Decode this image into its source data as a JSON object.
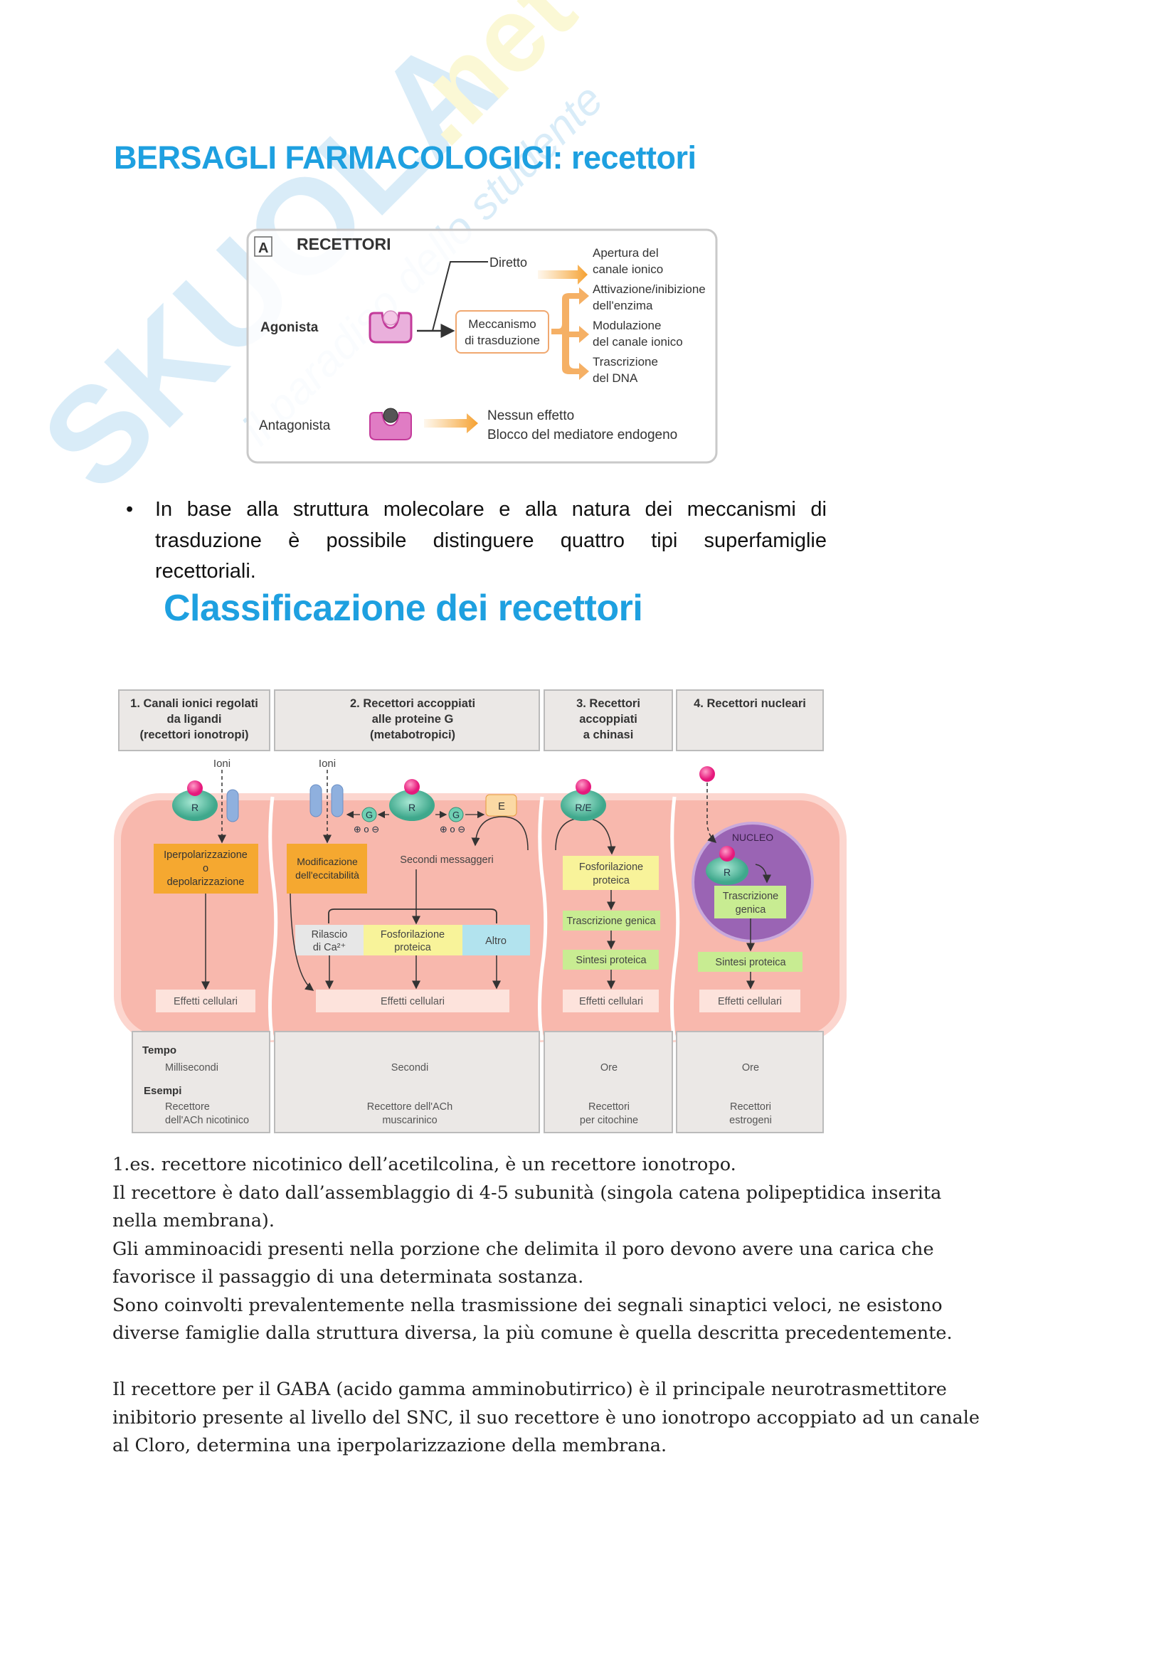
{
  "watermark": {
    "brand": "SKUOLA",
    "tld": ".net",
    "tagline": "il paradiso dello studente"
  },
  "title": "BERSAGLI FARMACOLOGICI: recettori",
  "figure_a": {
    "panel_letter": "A",
    "heading": "RECETTORI",
    "agonista": "Agonista",
    "antagonista": "Antagonista",
    "diretto": "Diretto",
    "meccanismo": [
      "Meccanismo",
      "di trasduzione"
    ],
    "outcomes": [
      [
        "Apertura del",
        "canale ionico"
      ],
      [
        "Attivazione/inibizione",
        "dell'enzima"
      ],
      [
        "Modulazione",
        "del canale ionico"
      ],
      [
        "Trascrizione",
        "del DNA"
      ]
    ],
    "antagonist_outcome": [
      "Nessun effetto",
      "Blocco del mediatore endogeno"
    ]
  },
  "bullet": {
    "lines": [
      "In base alla struttura molecolare e alla natura dei meccanismi di",
      "trasduzione è possibile distinguere quattro tipi superfamiglie",
      "recettoriali."
    ]
  },
  "section_title": "Classificazione dei recettori",
  "classification": {
    "headers": [
      [
        "1. Canali ionici regolati",
        "da ligandi",
        "(recettori ionotropi)"
      ],
      [
        "2. Recettori accoppiati",
        "alle proteine G",
        "(metabotropici)"
      ],
      [
        "3. Recettori",
        "accoppiati",
        "a chinasi"
      ],
      [
        "4. Recettori nucleari"
      ]
    ],
    "ioni": "Ioni",
    "r": "R",
    "g": "G",
    "e": "E",
    "re": "R/E",
    "plus_minus": "⊕ o ⊖",
    "nucleo": "NUCLEO",
    "col1_box": [
      "Iperpolarizzazione",
      "o",
      "depolarizzazione"
    ],
    "col2_box": [
      "Modificazione",
      "dell'eccitabilità"
    ],
    "secondi_messaggeri": "Secondi messaggeri",
    "rilascio": [
      "Rilascio",
      "di Ca²⁺"
    ],
    "fosforilazione": [
      "Fosforilazione",
      "proteica"
    ],
    "altro": "Altro",
    "trascrizione_genica": "Trascrizione genica",
    "trascrizione_genica_2": [
      "Trascrizione",
      "genica"
    ],
    "sintesi_proteica": "Sintesi proteica",
    "effetti": "Effetti cellulari",
    "tempo_label": "Tempo",
    "esempi_label": "Esempi",
    "tempo": [
      "Millisecondi",
      "Secondi",
      "Ore",
      "Ore"
    ],
    "esempi": [
      [
        "Recettore",
        "dell'ACh nicotinico"
      ],
      [
        "Recettore dell'ACh",
        "muscarinico"
      ],
      [
        "Recettori",
        "per citochine"
      ],
      [
        "Recettori",
        "estrogeni"
      ]
    ]
  },
  "body": {
    "p1": [
      "1.es. recettore nicotinico dell’acetilcolina, è un recettore ionotropo.",
      "Il recettore è dato dall’assemblaggio di 4-5 subunità (singola catena polipeptidica inserita",
      "nella membrana).",
      "Gli amminoacidi presenti nella porzione che delimita il poro devono avere una carica che",
      "favorisce il passaggio di una determinata sostanza.",
      "Sono coinvolti prevalentemente nella trasmissione dei segnali sinaptici veloci, ne esistono",
      "diverse famiglie dalla struttura diversa, la più comune è quella descritta precedentemente."
    ],
    "p2": [
      "Il recettore per il GABA (acido gamma amminobutirrico) è il principale neurotrasmettitore",
      "inibitorio presente al livello del SNC, il suo recettore è uno ionotropo accoppiato ad un canale",
      "al Cloro, determina una iperpolarizzazione della membrana."
    ]
  },
  "colors": {
    "title": "#1ea0e0",
    "cell": "#f8b8ad",
    "orange": "#f5a830",
    "yellow": "#f8f39a",
    "green": "#c8ec92",
    "teal": "#5fc2a6",
    "ligand": "#e6197c",
    "nucleus": "#9a64b4"
  }
}
